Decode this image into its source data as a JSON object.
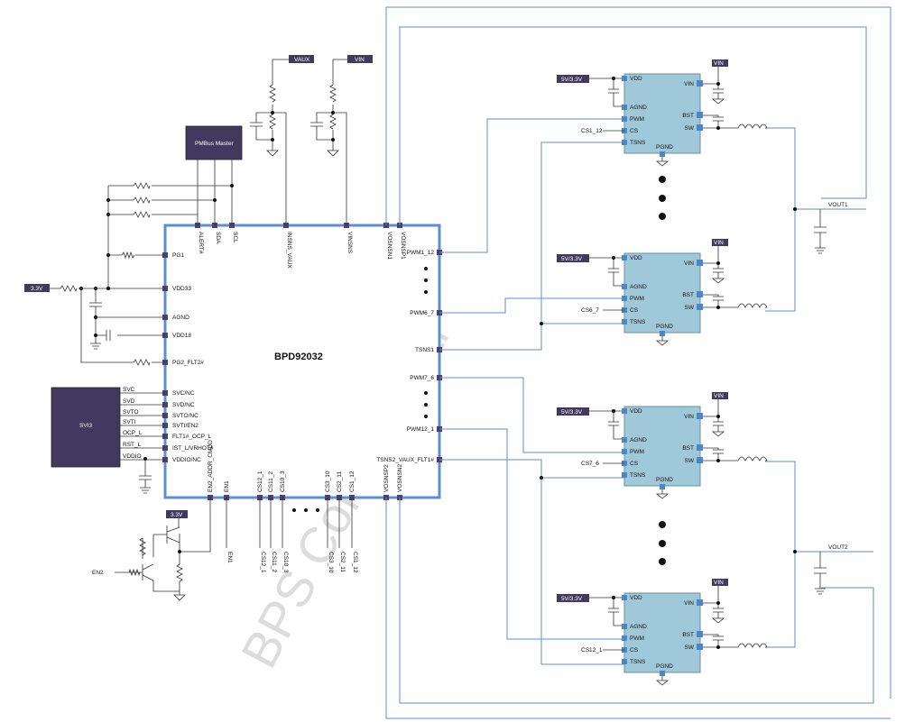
{
  "watermark": "BPS Confidential",
  "controller": {
    "name": "BPD92032",
    "left_pins": [
      "PG1",
      "VDD33",
      "AGND",
      "VDD18",
      "PG2_FLT2#",
      "SVC/NC",
      "SVD/NC",
      "SVTO/NC",
      "SVTI/EN2",
      "FLT1#_OCP_L",
      "IST_L/VRHOT#",
      "VDDIO/NC"
    ],
    "top_pins": [
      "ALERT#",
      "SDA",
      "SCL",
      "INSNS_VAUX",
      "VINSNS",
      "VOSNSN1",
      "VOSNSP1"
    ],
    "right_pins": [
      "PWM1_12",
      "PWM6_7",
      "TSNS1",
      "PWM7_6",
      "PWM12_1",
      "TSNS2_VAUX_FLT1#"
    ],
    "bottom_pins": [
      "EN2_ADDR_CMDD",
      "EN1",
      "CS12_1",
      "CS11_2",
      "CS10_3",
      "CS3_10",
      "CS2_11",
      "CS1_12",
      "VOSNSP2",
      "VOSNSN2"
    ],
    "bottom_net_labels": [
      "EN1",
      "CS12_1",
      "CS11_2",
      "CS10_3",
      "CS3_10",
      "CS2_11",
      "CS1_12"
    ]
  },
  "pmbus": {
    "label": "PMBus Master"
  },
  "svi": {
    "label": "SVI3",
    "signals": [
      "SVC",
      "SVD",
      "SVTO",
      "SVTI",
      "OCP_L",
      "RST_L",
      "VDDIO"
    ]
  },
  "rails": {
    "in_3v3": "3.3V",
    "en_3v3": "3.3V",
    "vaux": "VAUX",
    "vin": "VIN",
    "en2": "EN2"
  },
  "power_stages": [
    {
      "supply": "5V/3.3V",
      "vin": "VIN",
      "cs_label": "CS1_12",
      "pins_left": [
        "VDD",
        "AGND",
        "PWM",
        "CS",
        "TSNS"
      ],
      "pins_right": [
        "VIN",
        "BST",
        "SW"
      ],
      "pin_bottom": "PGND"
    },
    {
      "supply": "5V/3.3V",
      "vin": "VIN",
      "cs_label": "CS6_7",
      "pins_left": [
        "VDD",
        "AGND",
        "PWM",
        "CS",
        "TSNS"
      ],
      "pins_right": [
        "VIN",
        "BST",
        "SW"
      ],
      "pin_bottom": "PGND"
    },
    {
      "supply": "5V/3.3V",
      "vin": "VIN",
      "cs_label": "CS7_6",
      "pins_left": [
        "VDD",
        "AGND",
        "PWM",
        "CS",
        "TSNS"
      ],
      "pins_right": [
        "VIN",
        "BST",
        "SW"
      ],
      "pin_bottom": "PGND"
    },
    {
      "supply": "5V/3.3V",
      "vin": "VIN",
      "cs_label": "CS12_1",
      "pins_left": [
        "VDD",
        "AGND",
        "PWM",
        "CS",
        "TSNS"
      ],
      "pins_right": [
        "VIN",
        "BST",
        "SW"
      ],
      "pin_bottom": "PGND"
    }
  ],
  "outputs": [
    "VOUT1",
    "VOUT2"
  ]
}
